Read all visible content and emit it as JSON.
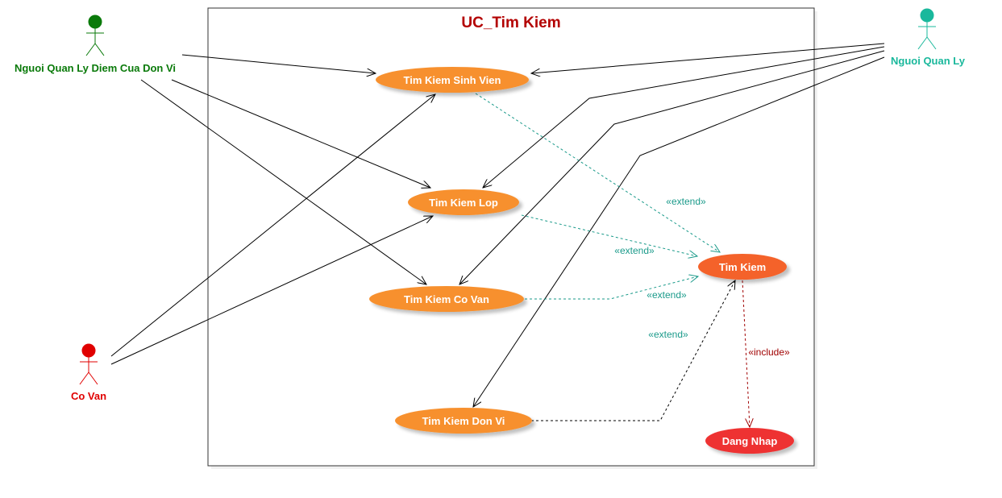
{
  "system": {
    "title": "UC_Tim Kiem",
    "title_color": "#b30000"
  },
  "actors": {
    "nguoi_quan_ly_diem": {
      "label": "Nguoi Quan Ly Diem Cua Don Vi",
      "color": "#0a7a0a"
    },
    "nguoi_quan_ly": {
      "label": "Nguoi Quan Ly",
      "color": "#1ab89c"
    },
    "co_van": {
      "label": "Co Van",
      "color": "#e00000"
    }
  },
  "use_cases": {
    "tim_kiem_sinh_vien": {
      "label": "Tim Kiem Sinh Vien",
      "color": "#f7902d"
    },
    "tim_kiem_lop": {
      "label": "Tim Kiem Lop",
      "color": "#f7902d"
    },
    "tim_kiem_co_van": {
      "label": "Tim Kiem Co Van",
      "color": "#f7902d"
    },
    "tim_kiem_don_vi": {
      "label": "Tim Kiem Don Vi",
      "color": "#f7902d"
    },
    "tim_kiem": {
      "label": "Tim Kiem",
      "color": "#f4622a"
    },
    "dang_nhap": {
      "label": "Dang Nhap",
      "color": "#ee3333"
    }
  },
  "relations": {
    "extend_label": "«extend»",
    "include_label": "«include»",
    "extend_color": "#1a9a8a",
    "include_color": "#a00000"
  }
}
